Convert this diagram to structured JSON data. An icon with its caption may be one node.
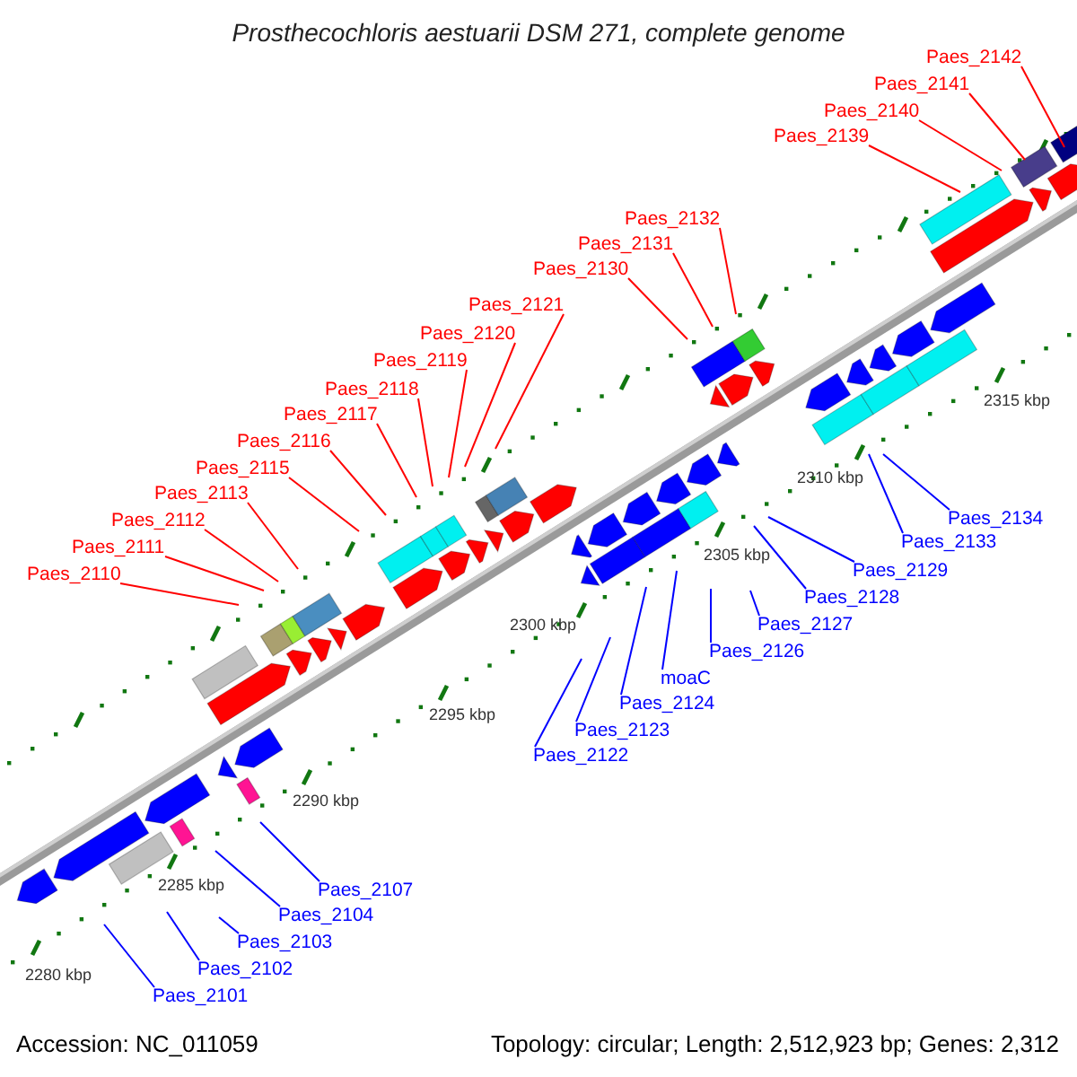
{
  "diagram": {
    "title": "Prosthecochloris aestuarii DSM 271, complete genome",
    "nodes": [
      {
        "text": [
          "Paes_2101"
        ]
      },
      {
        "text": [
          "Paes_2102"
        ]
      },
      {
        "text": [
          "Paes_2103"
        ]
      },
      {
        "text": [
          "Paes_2104"
        ]
      },
      {
        "text": [
          "Paes_2107"
        ]
      },
      {
        "text": [
          "Paes_2110"
        ]
      },
      {
        "text": [
          "Paes_2111"
        ]
      },
      {
        "text": [
          "Paes_2112"
        ]
      },
      {
        "text": [
          "Paes_2113"
        ]
      },
      {
        "text": [
          "Paes_2115"
        ]
      },
      {
        "text": [
          "Paes_2116"
        ]
      },
      {
        "text": [
          "Paes_2117"
        ]
      },
      {
        "text": [
          "Paes_2118"
        ]
      },
      {
        "text": [
          "Paes_2119"
        ]
      },
      {
        "text": [
          "Paes_2120"
        ]
      },
      {
        "text": [
          "Paes_2121"
        ]
      },
      {
        "text": [
          "Paes_2122"
        ]
      },
      {
        "text": [
          "Paes_2123"
        ]
      },
      {
        "text": [
          "Paes_2124"
        ]
      },
      {
        "text": [
          "moaC"
        ]
      },
      {
        "text": [
          "Paes_2126"
        ]
      },
      {
        "text": [
          "Paes_2127"
        ]
      },
      {
        "text": [
          "Paes_2128"
        ]
      },
      {
        "text": [
          "Paes_2129"
        ]
      },
      {
        "text": [
          "Paes_2130"
        ]
      },
      {
        "text": [
          "Paes_2131"
        ]
      },
      {
        "text": [
          "Paes_2132"
        ]
      },
      {
        "text": [
          "Paes_2133"
        ]
      },
      {
        "text": [
          "Paes_2134"
        ]
      },
      {
        "text": [
          "Paes_2139"
        ]
      },
      {
        "text": [
          "Paes_2140"
        ]
      },
      {
        "text": [
          "Paes_2141"
        ]
      },
      {
        "text": [
          "Paes_2142"
        ]
      }
    ],
    "edges": [
      {
        "from": 0,
        "to": null,
        "arrow": "none",
        "color": "#0000ff"
      },
      {
        "from": 1,
        "to": null,
        "arrow": "none",
        "color": "#0000ff"
      },
      {
        "from": 2,
        "to": null,
        "arrow": "none",
        "color": "#0000ff"
      },
      {
        "from": 3,
        "to": null,
        "arrow": "none",
        "color": "#0000ff"
      },
      {
        "from": 4,
        "to": null,
        "arrow": "none",
        "color": "#0000ff"
      },
      {
        "from": 5,
        "to": null,
        "arrow": "none"
      },
      {
        "from": 6,
        "to": null,
        "arrow": "none"
      },
      {
        "from": 7,
        "to": null,
        "arrow": "none"
      },
      {
        "from": 8,
        "to": null,
        "arrow": "none"
      },
      {
        "from": 9,
        "to": null,
        "arrow": "none"
      },
      {
        "from": 10,
        "to": null,
        "arrow": "none"
      },
      {
        "from": 11,
        "to": null,
        "arrow": "none"
      },
      {
        "from": 12,
        "to": null,
        "arrow": "none"
      },
      {
        "from": 13,
        "to": null,
        "arrow": "none"
      },
      {
        "from": 14,
        "to": null,
        "arrow": "none"
      },
      {
        "from": 15,
        "to": null,
        "arrow": "none"
      },
      {
        "from": 16,
        "to": null,
        "arrow": "none",
        "color": "#0000ff"
      },
      {
        "from": 17,
        "to": null,
        "arrow": "none",
        "color": "#0000ff"
      },
      {
        "from": 18,
        "to": null,
        "arrow": "none",
        "color": "#0000ff"
      },
      {
        "from": 19,
        "to": null,
        "arrow": "none",
        "color": "#0000ff"
      },
      {
        "from": 20,
        "to": null,
        "arrow": "none",
        "color": "#0000ff"
      },
      {
        "from": 21,
        "to": null,
        "arrow": "none",
        "color": "#0000ff"
      },
      {
        "from": 22,
        "to": null,
        "arrow": "none",
        "color": "#0000ff"
      },
      {
        "from": 23,
        "to": null,
        "arrow": "none",
        "color": "#0000ff"
      },
      {
        "from": 24,
        "to": null,
        "arrow": "none"
      },
      {
        "from": 25,
        "to": null,
        "arrow": "none"
      },
      {
        "from": 26,
        "to": null,
        "arrow": "none"
      },
      {
        "from": 27,
        "to": null,
        "arrow": "none",
        "color": "#0000ff"
      },
      {
        "from": 28,
        "to": null,
        "arrow": "none",
        "color": "#0000ff"
      },
      {
        "from": 29,
        "to": null,
        "arrow": "none"
      },
      {
        "from": 30,
        "to": null,
        "arrow": "none"
      },
      {
        "from": 31,
        "to": null,
        "arrow": "none"
      },
      {
        "from": 32,
        "to": null,
        "arrow": "none"
      }
    ],
    "labels": [
      "2280 kbp",
      "2285 kbp",
      "2290 kbp",
      "2295 kbp",
      "2300 kbp",
      "2305 kbp",
      "2310 kbp",
      "2315 kbp",
      "Accession: NC_011059",
      "Topology: circular; Length: 2,512,923 bp; Genes: 2,312"
    ]
  }
}
